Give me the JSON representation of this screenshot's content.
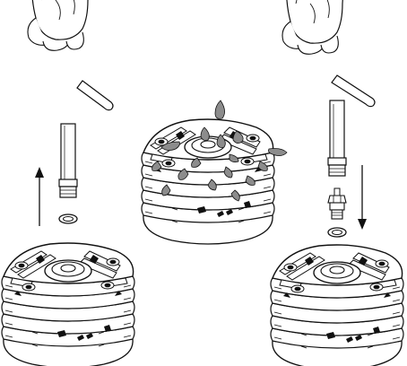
{
  "figure": {
    "panels": [
      {
        "id": "remove",
        "step": "remove-glow-plug",
        "arrow_direction": "up",
        "parts": [
          "hand",
          "glow-plug-wrench",
          "washer",
          "cylinder-head"
        ]
      },
      {
        "id": "clean",
        "step": "clean-cylinder-head",
        "parts": [
          "cylinder-head",
          "fuel-droplets"
        ]
      },
      {
        "id": "install",
        "step": "install-glow-plug",
        "arrow_direction": "down",
        "parts": [
          "hand",
          "glow-plug-wrench",
          "glow-plug",
          "washer",
          "cylinder-head"
        ]
      }
    ],
    "colors": {
      "line": "#111111",
      "fill": "#ffffff",
      "droplet": "#8c8c8c"
    },
    "icons": [
      "hand-icon",
      "wrench-icon",
      "washer-icon",
      "glow-plug-icon",
      "cylinder-head-icon",
      "droplet-icon",
      "arrow-up-icon",
      "arrow-down-icon"
    ]
  }
}
